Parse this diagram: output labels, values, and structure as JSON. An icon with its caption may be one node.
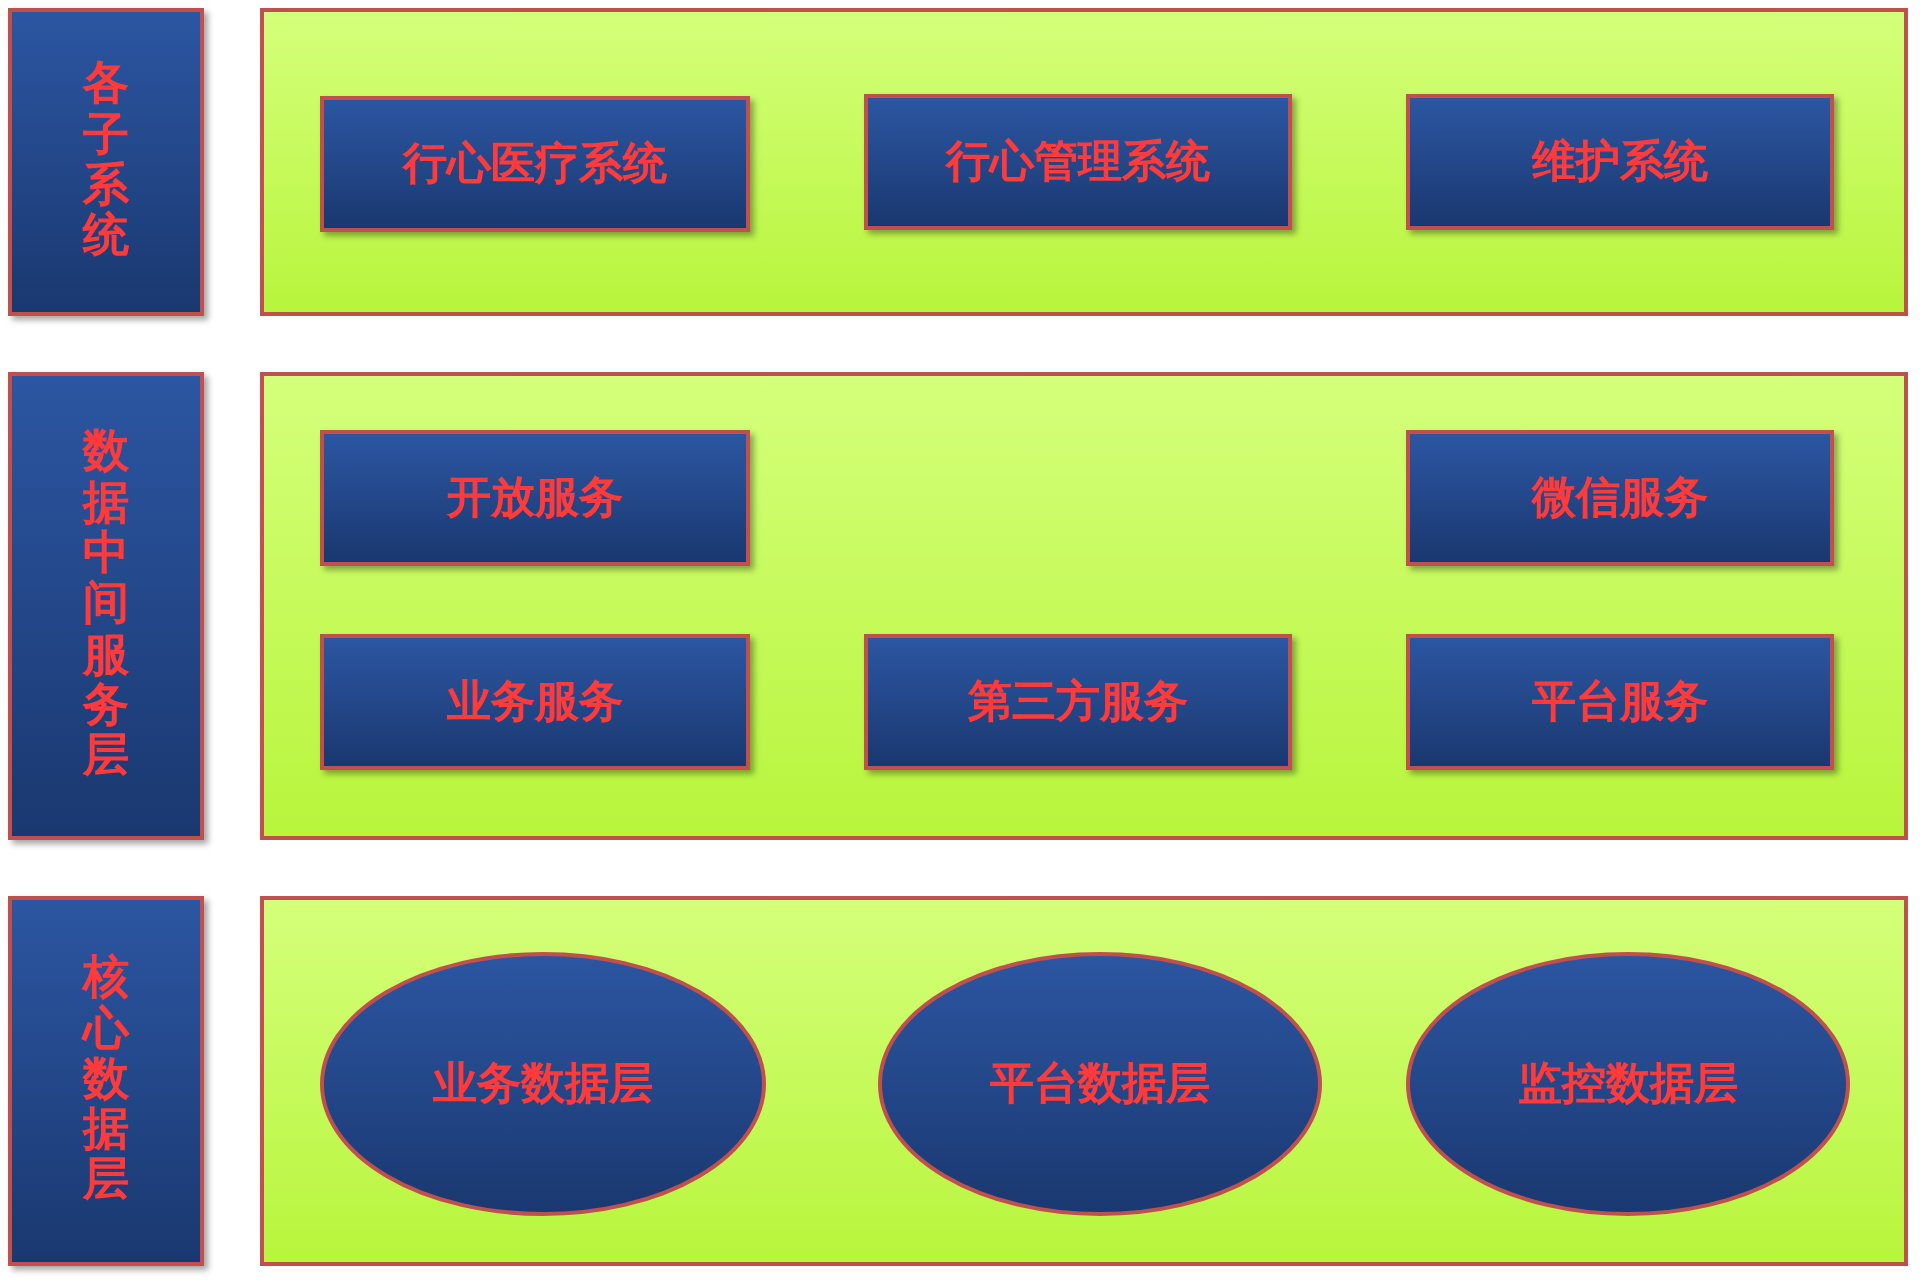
{
  "diagram": {
    "nodes": [
      {
        "text": [
          "各子系统"
        ]
      },
      {
        "text": [],
        "shape": "box"
      },
      {
        "text": [
          "行心医疗系统"
        ],
        "in": 1
      },
      {
        "text": [
          "行心管理系统"
        ],
        "in": 1
      },
      {
        "text": [
          "维护系统"
        ],
        "in": 1
      },
      {
        "text": [
          "数据中间服务层"
        ]
      },
      {
        "text": [],
        "shape": "box"
      },
      {
        "text": [
          "开放服务"
        ],
        "in": 6
      },
      {
        "text": [
          "微信服务"
        ],
        "in": 6
      },
      {
        "text": [
          "业务服务"
        ],
        "in": 6
      },
      {
        "text": [
          "第三方服务"
        ],
        "in": 6
      },
      {
        "text": [
          "平台服务"
        ],
        "in": 6
      },
      {
        "text": [
          "核心数据层"
        ]
      },
      {
        "text": [],
        "shape": "box"
      },
      {
        "text": [
          "业务数据层"
        ],
        "in": 13
      },
      {
        "text": [
          "平台数据层"
        ],
        "in": 13
      },
      {
        "text": [
          "监控数据层"
        ],
        "in": 13
      }
    ]
  }
}
